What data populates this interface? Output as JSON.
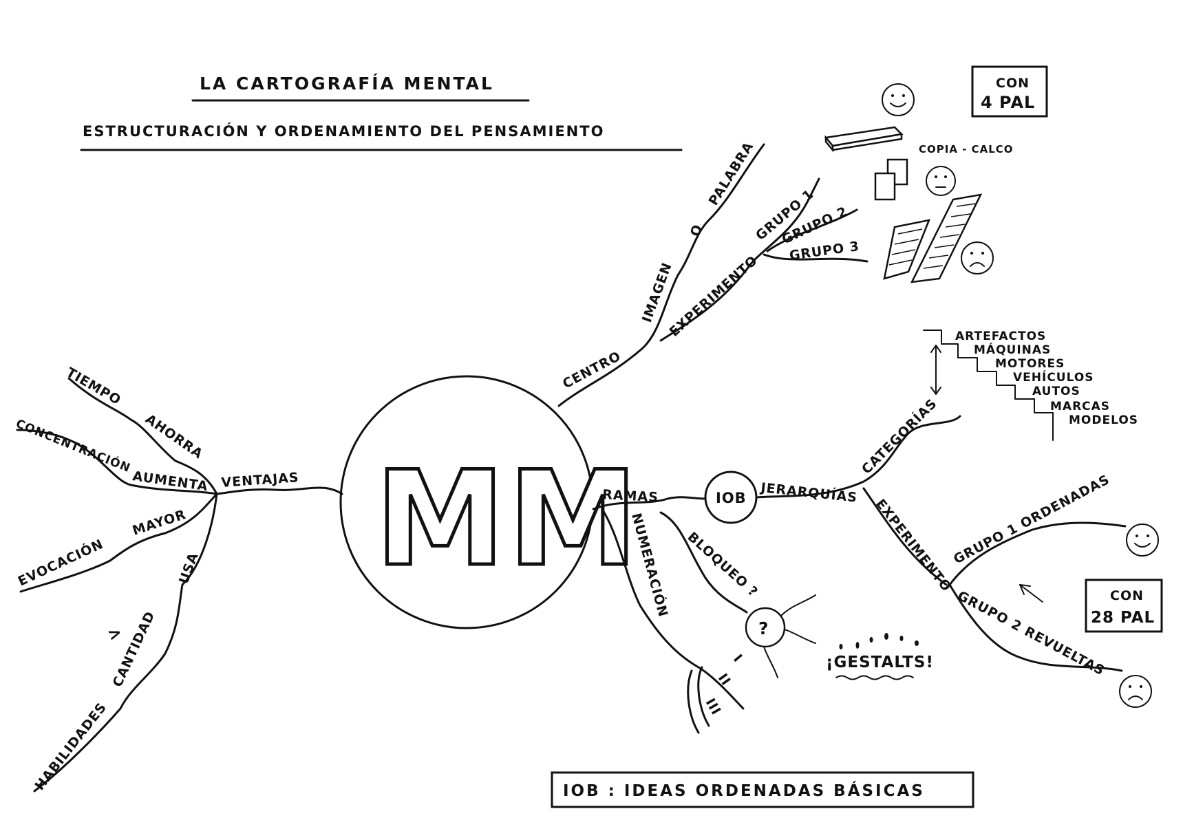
{
  "title": "LA CARTOGRAFÍA MENTAL",
  "subtitle": "ESTRUCTURACIÓN Y ORDENAMIENTO DEL PENSAMIENTO",
  "center": {
    "letters": "MM"
  },
  "branches": {
    "ventajas": "VENTAJAS",
    "ahorra": "AHORRA",
    "tiempo": "TIEMPO",
    "aumenta": "AUMENTA",
    "concentracion": "CONCENTRACIÓN",
    "mayor": "MAYOR",
    "evocacion": "EVOCACIÓN",
    "usa": "USA",
    "cantidad": "CANTIDAD",
    "habilidades": "HABILIDADES",
    "centro": "CENTRO",
    "imagen": "IMAGEN",
    "o": "O",
    "palabra": "PALABRA",
    "experimento_top": "EXPERIMENTO",
    "grupo1_top": "GRUPO 1",
    "grupo2_top": "GRUPO 2",
    "grupo3_top": "GRUPO 3",
    "copia_calco": "COPIA - CALCO",
    "ramas": "RAMAS",
    "iob": "IOB",
    "jerarquias": "JERARQUÍAS",
    "categorias": "CATEGORÍAS",
    "experimento_bottom": "EXPERIMENTO",
    "grupo1_ordenadas": "GRUPO 1 ORDENADAS",
    "grupo2_revueltas": "GRUPO 2 REVUELTAS",
    "numeracion": "NUMERACIÓN",
    "bloqueo": "BLOQUEO ?",
    "question": "?",
    "gestalts": "¡GESTALTS!",
    "roman_1": "I",
    "roman_2": "II",
    "roman_3": "III",
    "gt_symbol": ">"
  },
  "hierarchy": [
    "ARTEFACTOS",
    "MÁQUINAS",
    "MOTORES",
    "VEHÍCULOS",
    "AUTOS",
    "MARCAS",
    "MODELOS"
  ],
  "boxes": {
    "con4": {
      "line1": "CON",
      "line2": "4 PAL"
    },
    "con28": {
      "line1": "CON",
      "line2": "28 PAL"
    }
  },
  "legend": "IOB : IDEAS ORDENADAS BÁSICAS"
}
